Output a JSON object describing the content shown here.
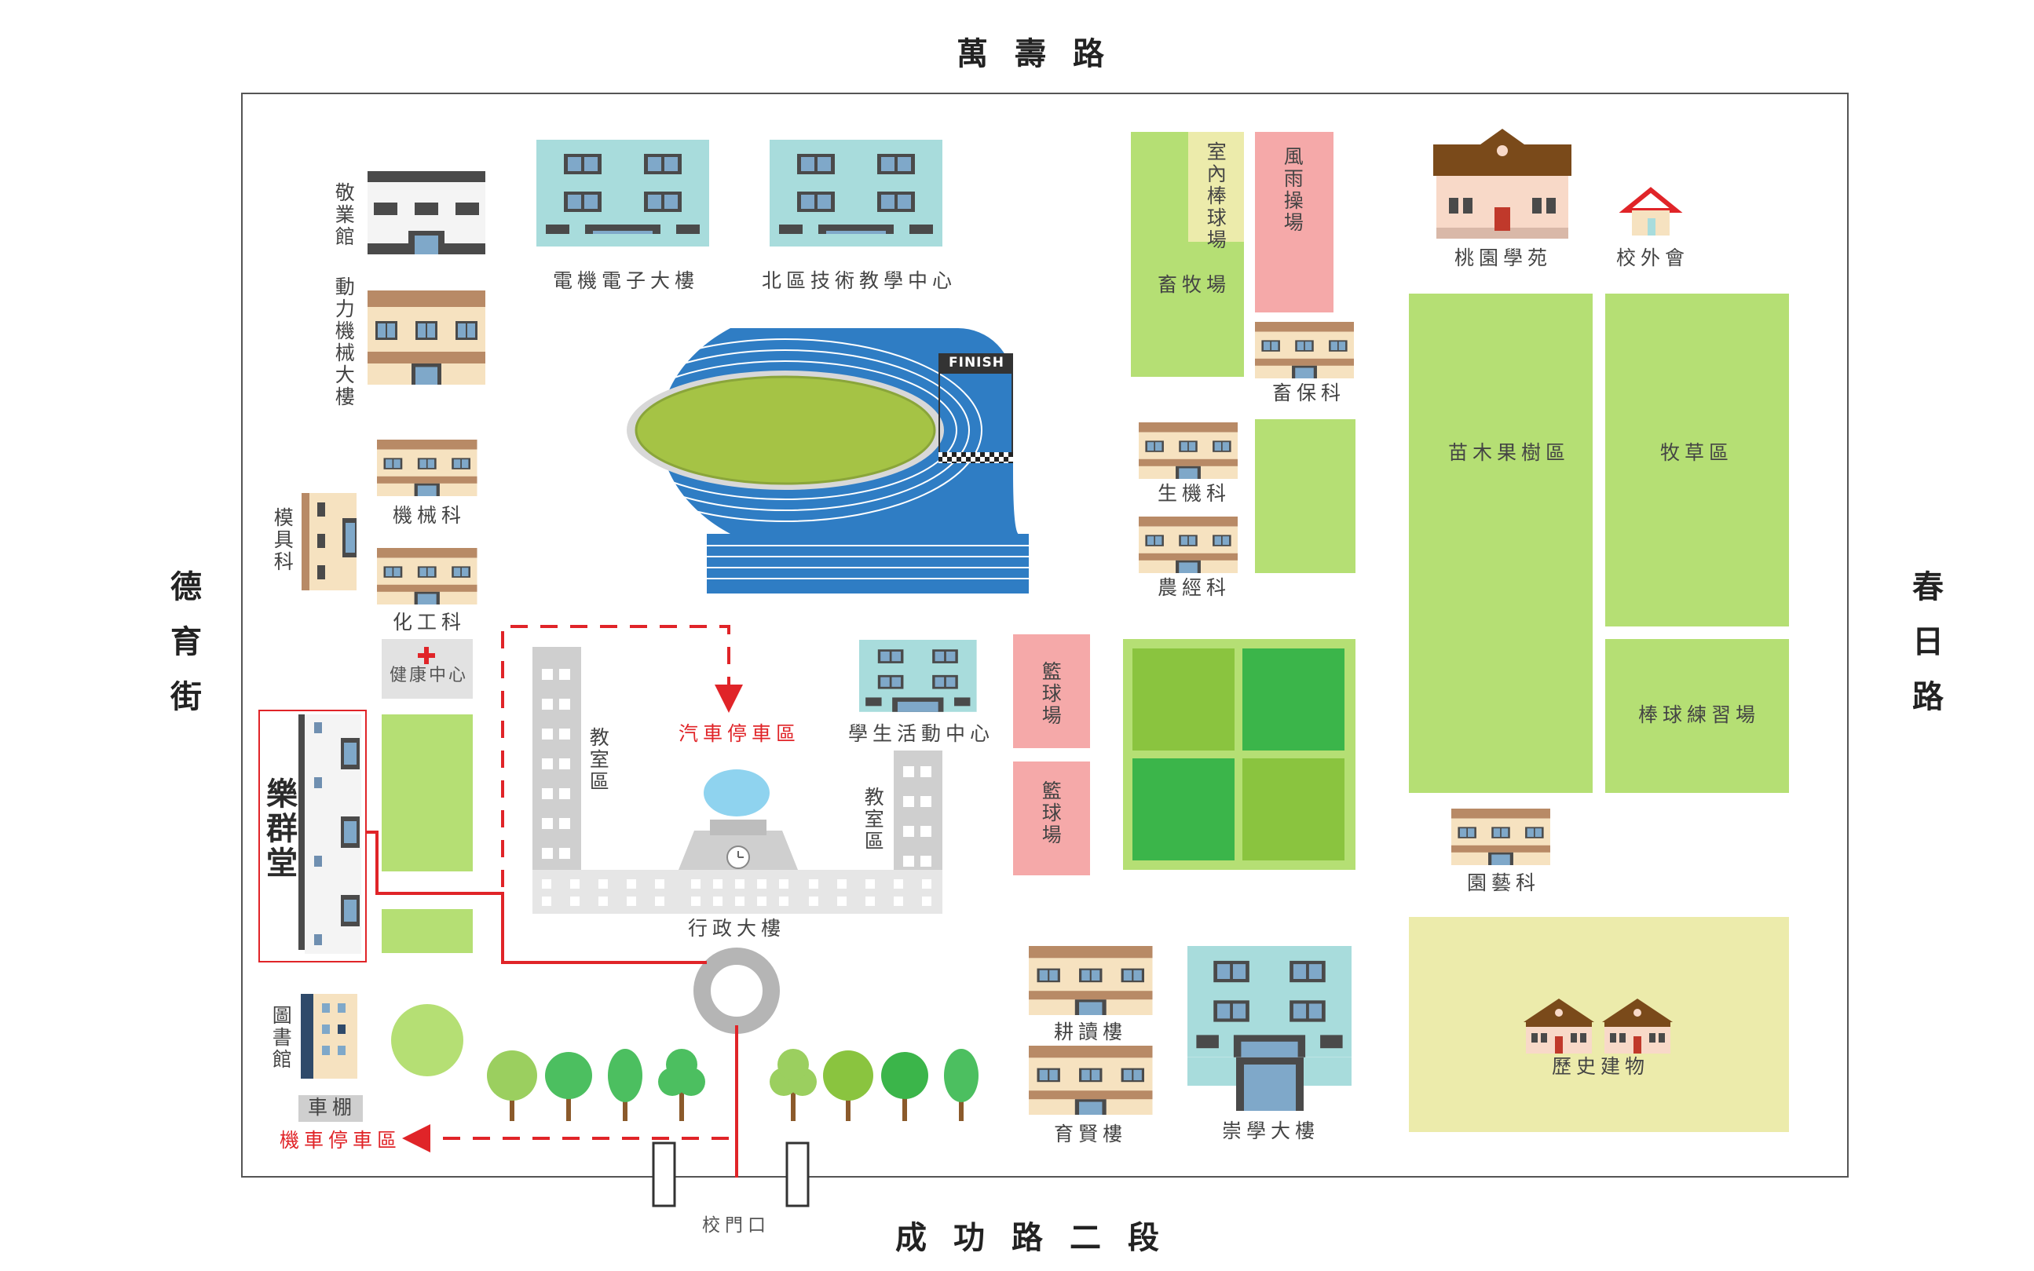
{
  "colors": {
    "outline": "#555555",
    "grass_light": "#b5df74",
    "grass_yellow": "#ecebab",
    "court_pink": "#f5a9a9",
    "field_green": "#3bb54a",
    "field_mid": "#8ac43f",
    "track_blue": "#2f7dc4",
    "route_red": "#e02428",
    "building_teal": "#a8dcdc",
    "building_beige": "#f6e2c0",
    "building_roof": "#b88a66",
    "building_grey": "#cfcfcf"
  },
  "streets": {
    "north": "萬壽路",
    "south": "成功路二段",
    "west": "德育街",
    "east": "春日路"
  },
  "labels": {
    "jingye": "敬業館",
    "dongli": "動力機械大樓",
    "mojuke": "模具科",
    "jixieke": "機械科",
    "huagongke": "化工科",
    "health": "健康中心",
    "lequn": "樂群堂",
    "library": "圖書館",
    "shed": "車棚",
    "moto_parking": "機車停車區",
    "gate": "校門口",
    "dianji": "電機電子大樓",
    "beiqu": "北區技術教學中心",
    "finish": "FINISH",
    "car_parking": "汽車停車區",
    "classroom_left": "教室區",
    "classroom_right": "教室區",
    "student_center": "學生活動中心",
    "admin": "行政大樓",
    "geng_du": "耕讀樓",
    "yu_xian": "育賢樓",
    "chong_xue": "崇學大樓",
    "basketball_1": "籃球場",
    "basketball_2": "籃球場",
    "indoor_baseball": "室內棒球場",
    "rain_playground": "風雨操場",
    "livestock_field": "畜牧場",
    "xubaoke": "畜保科",
    "shengjike": "生機科",
    "nongjingke": "農經科",
    "taoyuan": "桃園學苑",
    "alumni": "校外會",
    "orchard": "苗木果樹區",
    "pasture": "牧草區",
    "baseball_practice": "棒球練習場",
    "yuanyike": "園藝科",
    "history": "歷史建物"
  }
}
